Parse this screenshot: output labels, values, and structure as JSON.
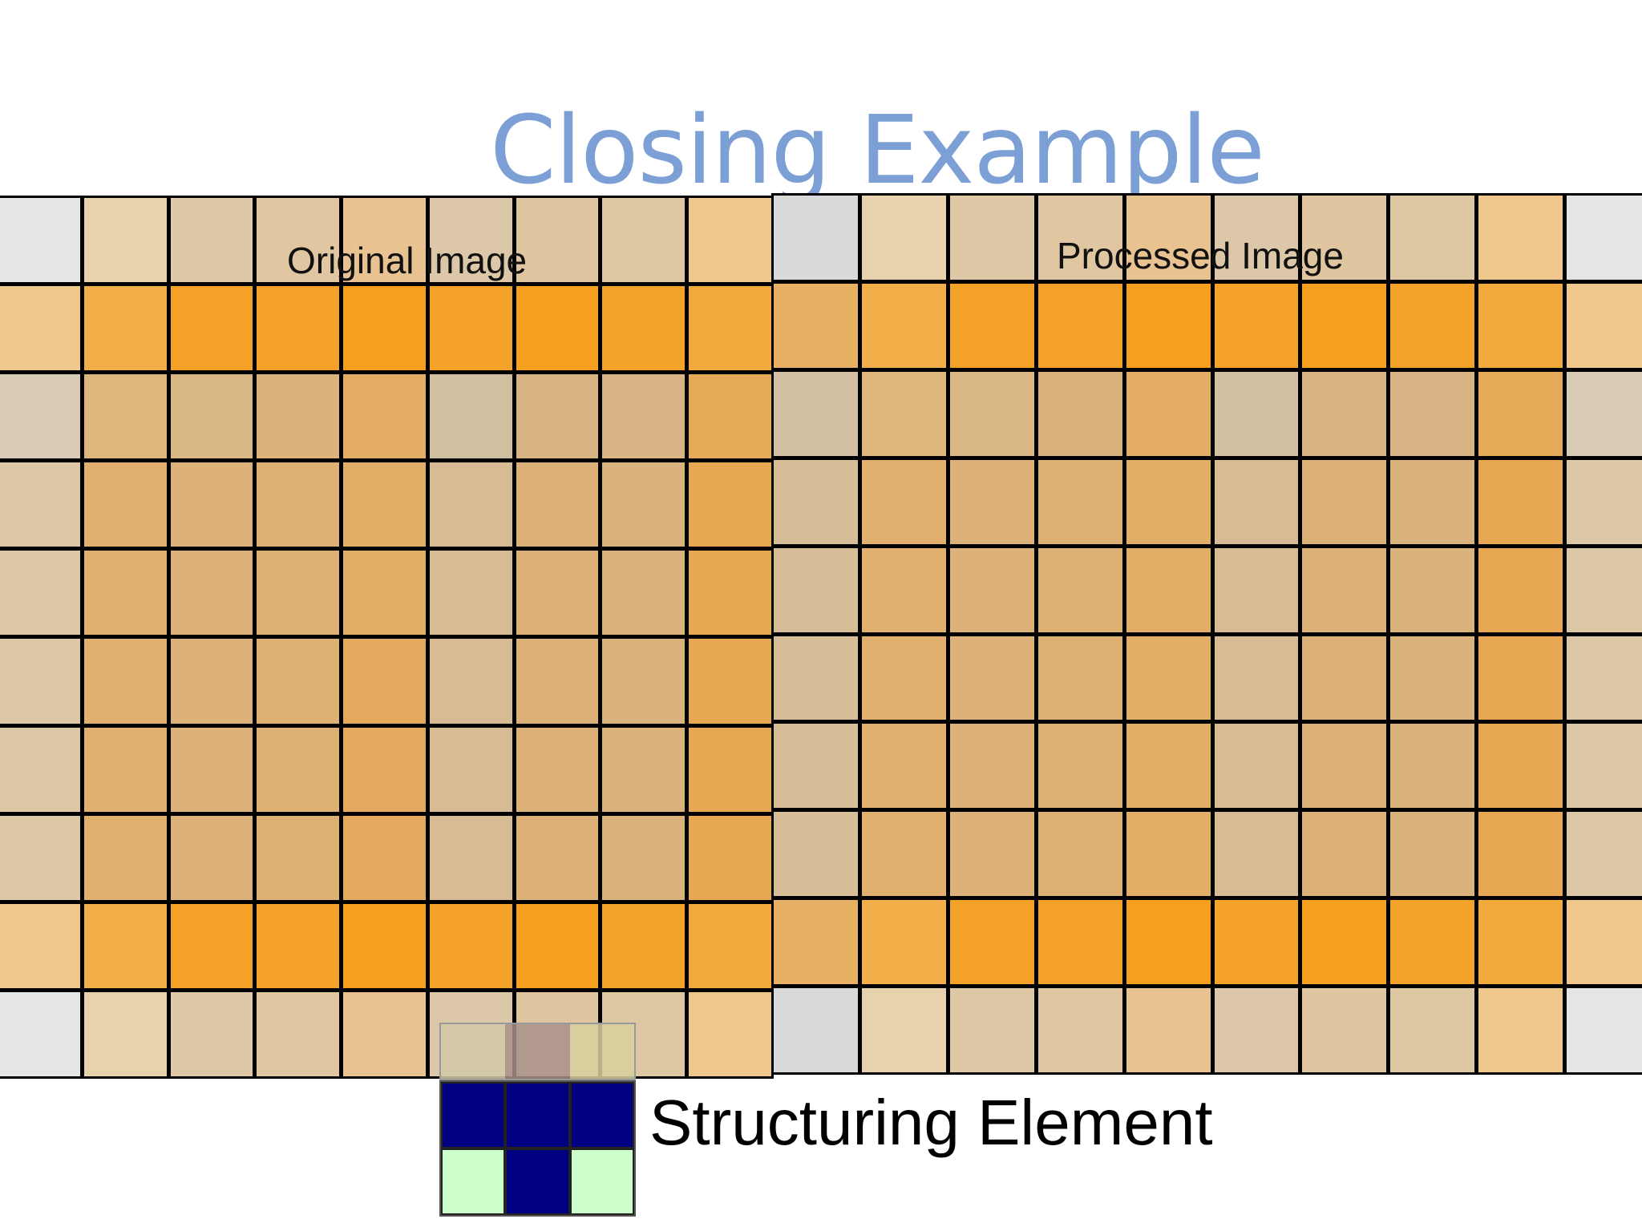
{
  "title": "Closing Example",
  "left_panel": {
    "label": "Original Image",
    "rows": [
      [
        "#e5e5e5",
        "#e8d2ae",
        "#dfc8a5",
        "#e0c7a1",
        "#e8c391",
        "#dcc8a8",
        "#e0c6a0",
        "#dec7a3",
        "#efc78b"
      ],
      [
        "#f0c88c",
        "#f2ae48",
        "#f4a128",
        "#f4a129",
        "#f69e1e",
        "#f4a228",
        "#f5a021",
        "#f4a32a",
        "#f2aa3d"
      ],
      [
        "#d8cbb6",
        "#ddb67d",
        "#d9b886",
        "#dbb27b",
        "#e3ad66",
        "#d1c0a0",
        "#d8b483",
        "#d9b484",
        "#e6aa58"
      ],
      [
        "#dcc7a7",
        "#e1b06e",
        "#dcb27a",
        "#ddb074",
        "#e2ad66",
        "#d6bb95",
        "#dbb079",
        "#dab27c",
        "#e8a853"
      ],
      [
        "#dcc7a7",
        "#e1b06e",
        "#dcb27a",
        "#ddb074",
        "#e2ad66",
        "#d6bb95",
        "#dbb079",
        "#dab27c",
        "#e8a853"
      ],
      [
        "#dcc7a7",
        "#e1b06e",
        "#dcb27a",
        "#ddb074",
        "#e3a95c",
        "#d6bb95",
        "#dbb079",
        "#dab27c",
        "#e8a853"
      ],
      [
        "#dcc7a7",
        "#e1b06e",
        "#dcb27a",
        "#ddb074",
        "#e3a95c",
        "#d6bb95",
        "#dbb079",
        "#dab27c",
        "#e8a853"
      ],
      [
        "#dcc7a7",
        "#e1b06e",
        "#dcb27a",
        "#ddb074",
        "#e3a95c",
        "#d6bb95",
        "#dbb079",
        "#dab27c",
        "#e8a853"
      ],
      [
        "#f0c88c",
        "#f2ae48",
        "#f4a128",
        "#f4a129",
        "#f69e1e",
        "#f4a228",
        "#f5a021",
        "#f4a32a",
        "#f2aa3d"
      ],
      [
        "#e5e5e5",
        "#e8d2ae",
        "#dfc8a5",
        "#e0c7a1",
        "#e8c391",
        "#dcc8a8",
        "#e0c6a0",
        "#dec7a3",
        "#efc78b"
      ]
    ]
  },
  "right_panel": {
    "label": "Processed Image",
    "rows": [
      [
        "#d9d9d9",
        "#e8d2ae",
        "#dfc8a5",
        "#e0c7a1",
        "#e8c391",
        "#dcc8a8",
        "#e0c6a0",
        "#dec7a3",
        "#efc78b",
        "#e5e5e5"
      ],
      [
        "#e8b062",
        "#f2ae48",
        "#f4a128",
        "#f4a129",
        "#f69e1e",
        "#f4a228",
        "#f5a021",
        "#f4a32a",
        "#f2aa3d",
        "#f0c88c"
      ],
      [
        "#d3bfa3",
        "#ddb67d",
        "#d9b886",
        "#dbb27b",
        "#e3ad66",
        "#d1c0a0",
        "#d8b483",
        "#d9b484",
        "#e6aa58",
        "#d8cbb6"
      ],
      [
        "#d6bc97",
        "#e1b06e",
        "#dcb27a",
        "#ddb074",
        "#e2ad66",
        "#d6bb95",
        "#dbb079",
        "#dab27c",
        "#e8a853",
        "#dcc7a7"
      ],
      [
        "#d6bc97",
        "#e1b06e",
        "#dcb27a",
        "#ddb074",
        "#e2ad66",
        "#d6bb95",
        "#dbb079",
        "#dab27c",
        "#e8a853",
        "#dcc7a7"
      ],
      [
        "#d6bc97",
        "#e1b06e",
        "#dcb27a",
        "#ddb074",
        "#e2ad66",
        "#d6bb95",
        "#dbb079",
        "#dab27c",
        "#e8a853",
        "#dcc7a7"
      ],
      [
        "#d6bc97",
        "#e1b06e",
        "#dcb27a",
        "#ddb074",
        "#e2ad66",
        "#d6bb95",
        "#dbb079",
        "#dab27c",
        "#e8a853",
        "#dcc7a7"
      ],
      [
        "#d6bc97",
        "#e1b06e",
        "#dcb27a",
        "#ddb074",
        "#e2ad66",
        "#d6bb95",
        "#dbb079",
        "#dab27c",
        "#e8a853",
        "#dcc7a7"
      ],
      [
        "#e8b062",
        "#f2ae48",
        "#f4a128",
        "#f4a129",
        "#f69e1e",
        "#f4a228",
        "#f5a021",
        "#f4a32a",
        "#f2aa3d",
        "#f0c88c"
      ],
      [
        "#d9d9d9",
        "#e8d2ae",
        "#dfc8a5",
        "#e0c7a1",
        "#e8c391",
        "#dcc8a8",
        "#e0c6a0",
        "#dec7a3",
        "#efc78b",
        "#e5e5e5"
      ]
    ]
  },
  "structuring_element": {
    "label": "Structuring Element",
    "overlay_row": [
      "#d2c9a6",
      "#a8918a",
      "#d8cf9e"
    ],
    "rows": [
      [
        "#000080",
        "#000080",
        "#000080"
      ],
      [
        "#ccffcc",
        "#000080",
        "#ccffcc"
      ]
    ]
  }
}
